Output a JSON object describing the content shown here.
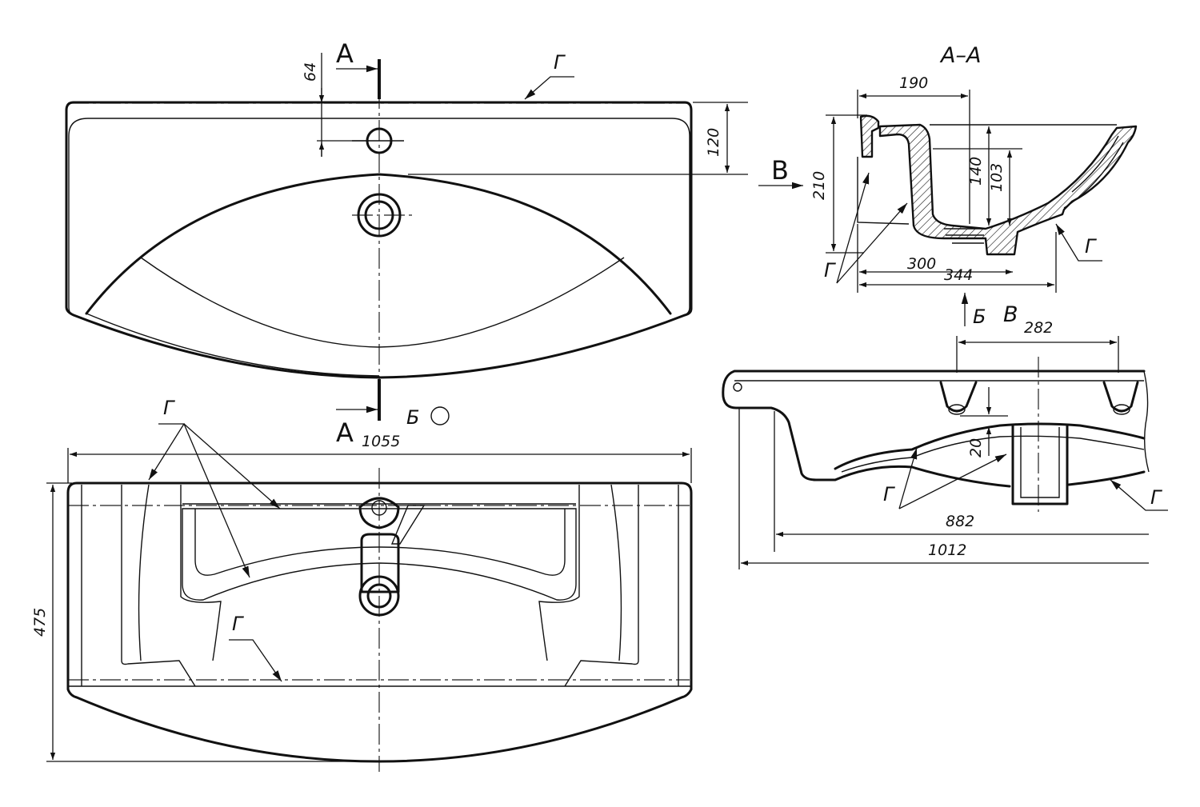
{
  "sections": {
    "top_view_cut_a_upper": "А",
    "top_view_cut_a_lower": "А",
    "section_title": "А–А",
    "view_b_arrow": "В",
    "view_v_title": "В",
    "view_b_marker": "Б",
    "view_b_arrow_up": "Б"
  },
  "surface_label": "Г",
  "dimensions": {
    "width_1055": "1055",
    "depth_475": "475",
    "tap_hole_offset_64": "64",
    "bowl_offset_120": "120",
    "section_190": "190",
    "section_210": "210",
    "section_140": "140",
    "section_103": "103",
    "section_300": "300",
    "section_344": "344",
    "view_282": "282",
    "view_20": "20",
    "view_882": "882",
    "view_1012": "1012"
  }
}
